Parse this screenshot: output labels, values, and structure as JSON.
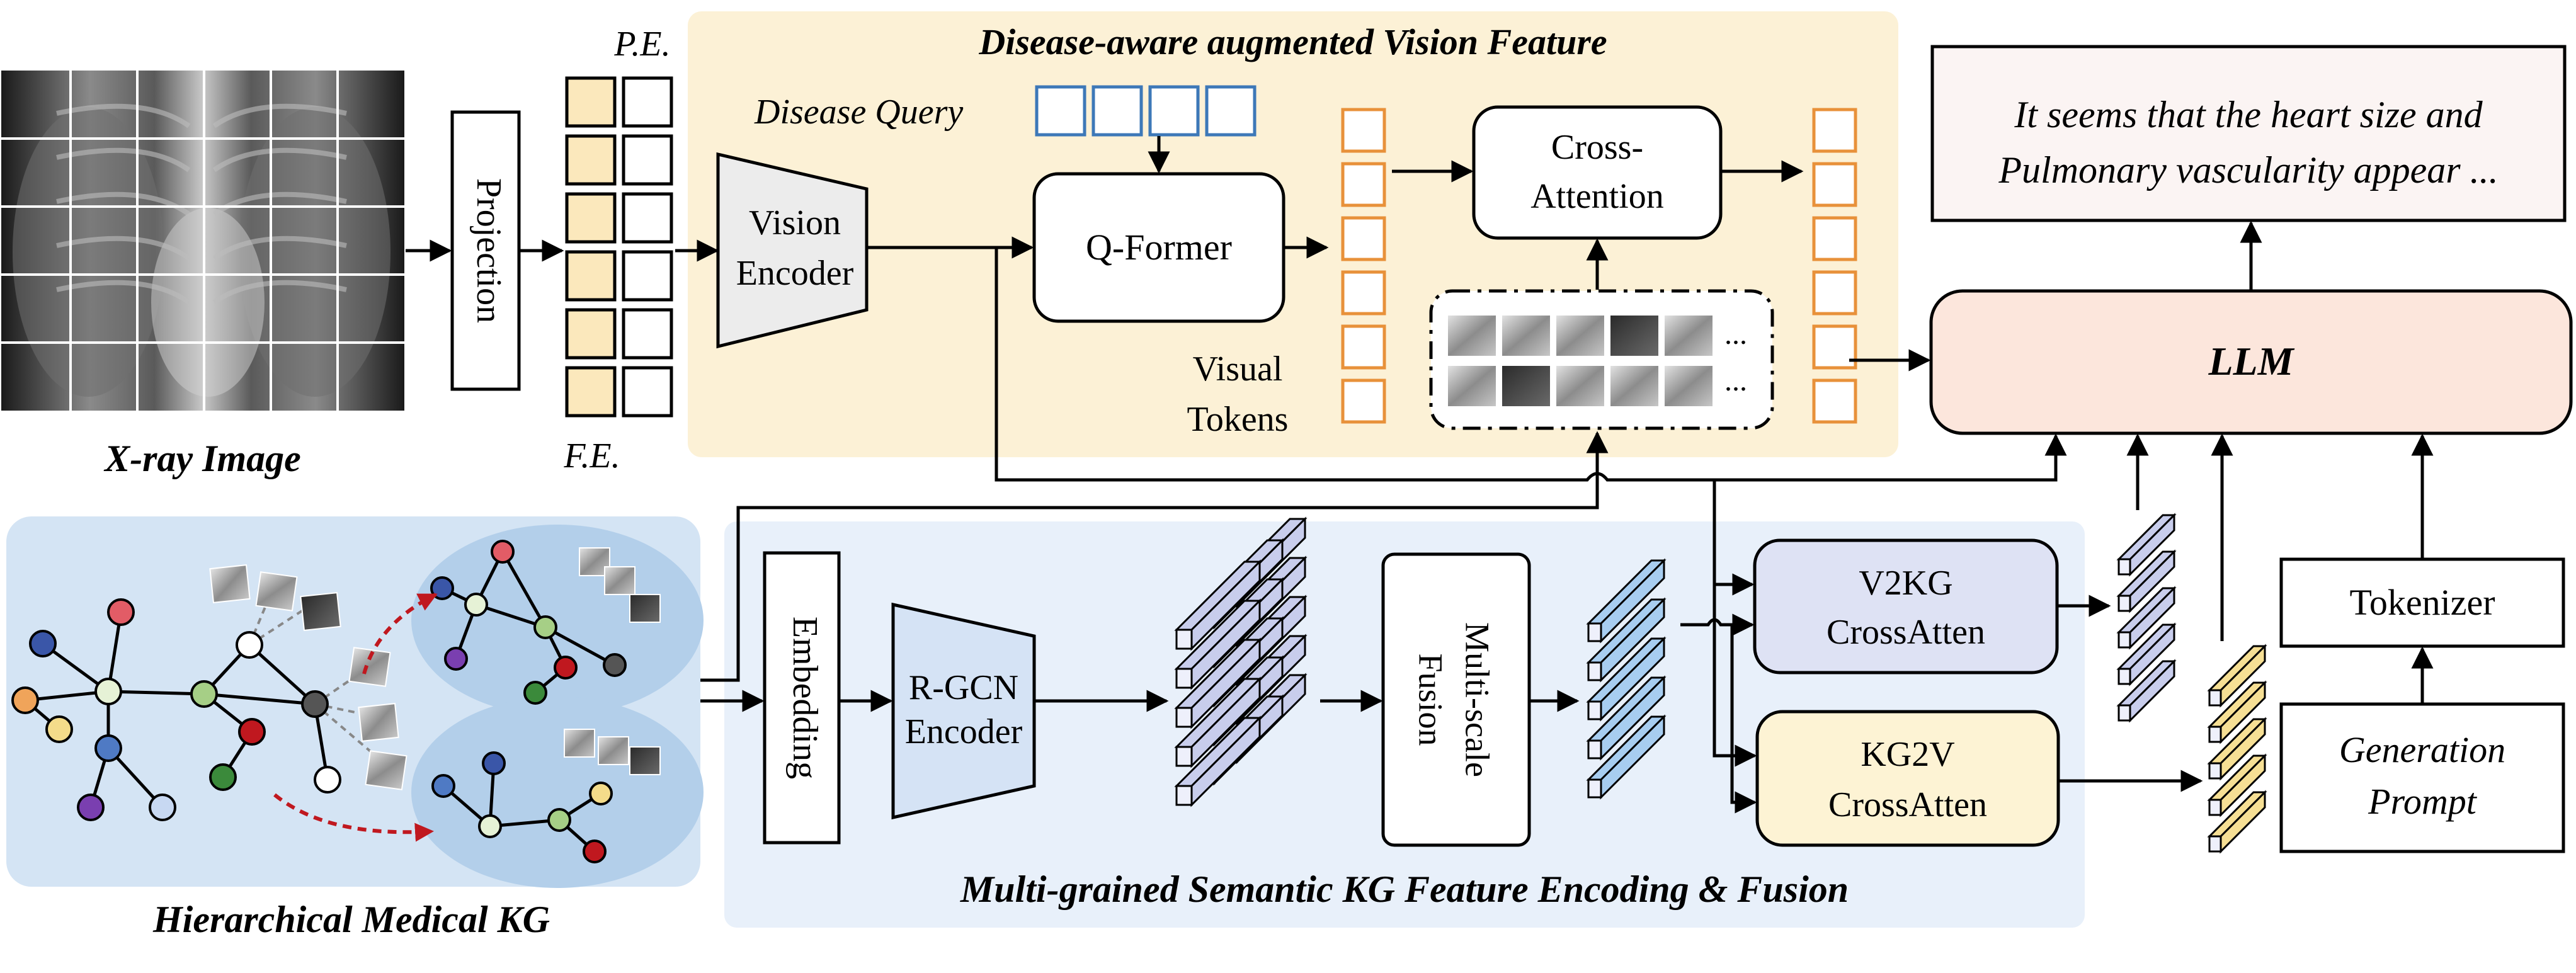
{
  "xray": {
    "caption": "X-ray Image"
  },
  "projection": {
    "label": "Projection"
  },
  "embeddings": {
    "pe_label": "P.E.",
    "fe_label": "F.E."
  },
  "vision_panel": {
    "title": "Disease-aware augmented Vision Feature",
    "disease_query_label": "Disease Query",
    "vision_encoder_line1": "Vision",
    "vision_encoder_line2": "Encoder",
    "qformer_label": "Q-Former",
    "cross_attention_line1": "Cross-",
    "cross_attention_line2": "Attention",
    "visual_tokens_line1": "Visual",
    "visual_tokens_line2": "Tokens",
    "ellipsis": "..."
  },
  "output_text": {
    "line1": "It seems that the heart size and",
    "line2": "Pulmonary vascularity appear ..."
  },
  "llm": {
    "label": "LLM"
  },
  "tokenizer": {
    "label": "Tokenizer"
  },
  "generation_prompt": {
    "line1": "Generation",
    "line2": "Prompt"
  },
  "kg": {
    "caption": "Hierarchical Medical KG"
  },
  "kg_panel": {
    "title": "Multi-grained Semantic KG Feature Encoding & Fusion",
    "embedding_label": "Embedding",
    "rgcn_line1": "R-GCN",
    "rgcn_line2": "Encoder",
    "fusion_line1": "Multi-scale",
    "fusion_line2": "Fusion",
    "v2kg_line1": "V2KG",
    "v2kg_line2": "CrossAtten",
    "kg2v_line1": "KG2V",
    "kg2v_line2": "CrossAtten"
  },
  "colors": {
    "vision_panel_bg": "#fcf1d6",
    "kg_panel_bg": "#e8f0fa",
    "kg_graph_bg": "#d4e4f4",
    "kg_ellipse_bg": "#b3cfea",
    "llm_fill": "#fce6dc",
    "output_fill": "#fbf4f3",
    "v2kg_fill": "#dee2f4",
    "kg2v_fill": "#fdf3d4",
    "token_orange": "#e8913a",
    "query_blue": "#3d78b8",
    "pe_fill": "#fbe8bc",
    "cube_blue": "#c8cdec",
    "cube_light_blue": "#a7cdf0",
    "cube_yellow": "#f6df94",
    "red_arrow": "#c0181f"
  }
}
